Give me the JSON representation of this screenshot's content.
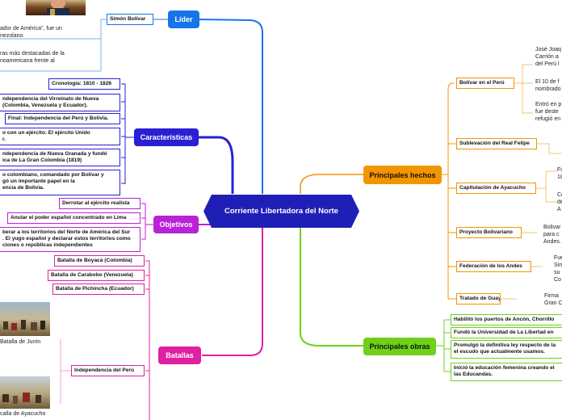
{
  "central": "Corriente Libertadora del Norte",
  "left": {
    "lider": {
      "title": "Líder",
      "name": "Simón Bolivar",
      "notes": [
        "ador de América\", fue un",
        "nezolano.",
        "ras más destacadas de la",
        "noamericana frente al"
      ]
    },
    "caracteristicas": {
      "title": "Características",
      "items": [
        "Cronología: 1810 - 1826",
        "ndependencia del Virreinato de Nueva",
        "(Colombia, Venezuela y Ecuador).",
        "Final: Independencia del Perú y Bolivia.",
        "o con un ejército: El ejército Unido",
        "r.",
        "ndependencia de Nueva Granada y fundó",
        "ica de La Gran Colombia (1819)",
        "o colombiano, comandado por Bolívar y",
        "gó un importante papel en la",
        "encia de Bolivia."
      ]
    },
    "objetivos": {
      "title": "Objetivos",
      "items": [
        "Derrotar al ejército realista",
        "Anular el poder español concentrado en Lima",
        "berar a los territorios del Norte de América del Sur",
        ". El yugo español y declarar estos territorios como",
        "ciones o repúblicas independientes"
      ]
    },
    "batallas": {
      "title": "Batallas",
      "items": [
        "Batalla de Boyacá (Colombia)",
        "Batalla de Carabobo (Venezuela)",
        "Batalla de Pichincha (Ecuador)"
      ],
      "independencia": "Independencia del Perú",
      "captions": [
        "Batalla de Junín",
        "calla de Ayacucho"
      ]
    }
  },
  "right": {
    "hechos": {
      "title": "Principales hechos",
      "items": [
        "Bolívar en el Perú",
        "Sublevación del Real Felipe",
        "Capitulación de Ayacucho",
        "Proyecto Bolivariano",
        "Federación de los Andes",
        "Tratado de Guayaquil"
      ],
      "notes_peru": [
        "José Joaq",
        "Carrión a",
        "del Perú l",
        "El 10 de f",
        "nombrado",
        "Entró en p",
        "fue deste",
        "refugió en"
      ],
      "notes_cap": [
        "Fu",
        "18",
        "Co",
        "de",
        "A"
      ],
      "notes_proy": [
        "Bolivar",
        "para c",
        "Andes."
      ],
      "notes_fed": [
        "Fue",
        "Sim",
        "su",
        "Co"
      ],
      "notes_trat": [
        "Firma",
        "Gran C"
      ]
    },
    "obras": {
      "title": "Principales obras",
      "items": [
        "Habilitó los puertos de Ancón, Chorrillo",
        "Fundó la Universidad de La Libertad en",
        "Promulgó la definitiva ley respecto de la",
        "el escudo que actualmente usamos.",
        "Inició la educación femenina creando el",
        "las Educandas."
      ]
    }
  },
  "colors": {
    "central": "#1f1fb8",
    "lider": "#1676e8",
    "caracteristicas": "#2a1fd4",
    "objetivos": "#b922d6",
    "batallas": "#e020a0",
    "hechos": "#f29500",
    "obras": "#6fd01a"
  }
}
